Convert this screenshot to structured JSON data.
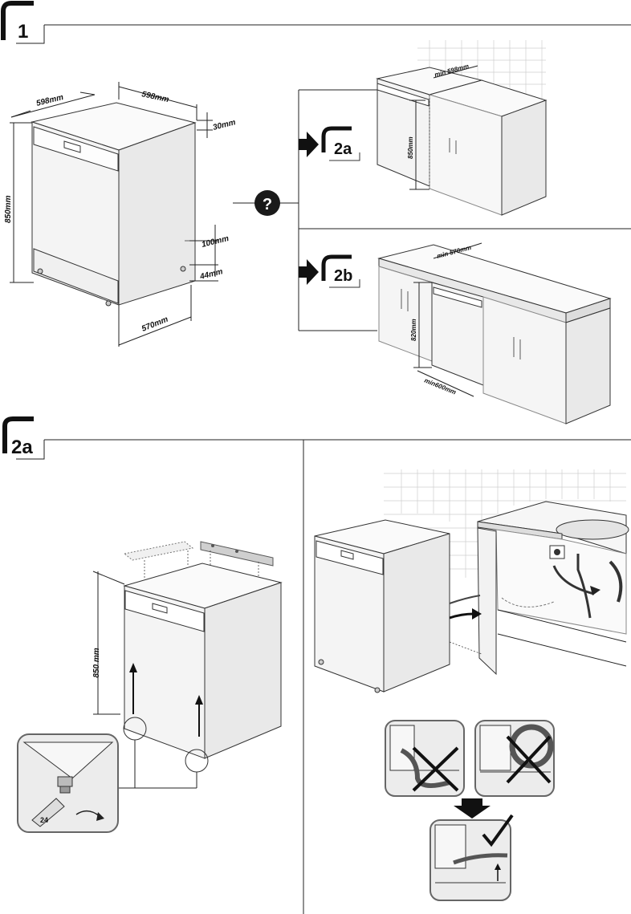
{
  "step1": {
    "badge": "1",
    "dimensions": {
      "width": "598mm",
      "depth": "598mm",
      "height": "850mm",
      "top_clearance": "30mm",
      "hose_gap": "100mm",
      "plinth": "44mm",
      "depth_inner": "570mm"
    },
    "question_mark": "?",
    "option_a": {
      "badge": "2a",
      "min_depth": "min 598mm",
      "height": "850mm"
    },
    "option_b": {
      "badge": "2b",
      "min_depth": "min 570mm",
      "height": "820mm",
      "min_width": "min600mm"
    }
  },
  "step2a": {
    "badge": "2a",
    "height": "850 mm",
    "wrench_size": "24"
  }
}
